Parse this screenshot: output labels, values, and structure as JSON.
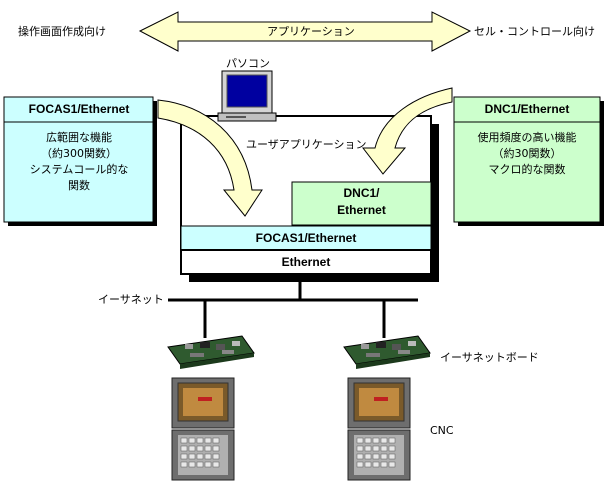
{
  "header": {
    "left_label": "操作画面作成向け",
    "arrow_label": "アプリケーション",
    "right_label": "セル・コントロール向け"
  },
  "pc_label": "パソコン",
  "focas_panel": {
    "title": "FOCAS1/Ethernet",
    "lines": [
      "広範囲な機能",
      "（約300関数）",
      "システムコール的な",
      "関数"
    ],
    "color": "#ccffff"
  },
  "dnc_panel": {
    "title": "DNC1/Ethernet",
    "lines": [
      "使用頻度の高い機能",
      "（約30関数）",
      "マクロ的な関数"
    ],
    "color": "#ccffcc"
  },
  "stack": {
    "user_app": "ユーザアプリケーション",
    "dnc_lines": [
      "DNC1/",
      "Ethernet"
    ],
    "focas": "FOCAS1/Ethernet",
    "ethernet": "Ethernet"
  },
  "network_label": "イーサネット",
  "board_label": "イーサネットボード",
  "cnc_label": "CNC",
  "colors": {
    "arrow_fill": "#ffffcc",
    "cyan": "#ccffff",
    "green": "#ccffcc",
    "shadow": "#000000"
  }
}
